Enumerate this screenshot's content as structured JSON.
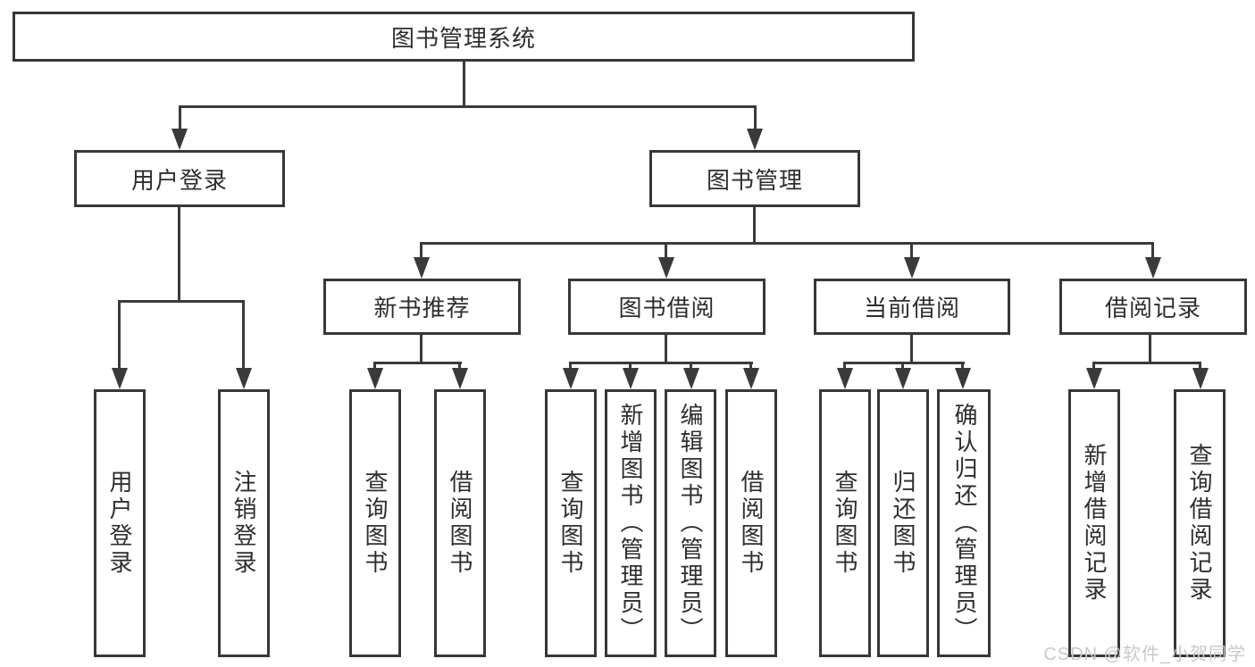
{
  "diagram": {
    "type": "tree",
    "title": "图书管理系统",
    "watermark": "CSDN @软件_小贺同学",
    "colors": {
      "background": "#ffffff",
      "line": "#3a3a3a",
      "border": "#373737",
      "text": "#2e2e2e",
      "watermark_text": "#c9c9c9"
    },
    "tree": {
      "root": {
        "label": "图书管理系统"
      },
      "level2": [
        {
          "label": "用户登录",
          "parent": "图书管理系统"
        },
        {
          "label": "图书管理",
          "parent": "图书管理系统"
        }
      ],
      "level3": [
        {
          "label": "新书推荐",
          "parent": "图书管理"
        },
        {
          "label": "图书借阅",
          "parent": "图书管理"
        },
        {
          "label": "当前借阅",
          "parent": "图书管理"
        },
        {
          "label": "借阅记录",
          "parent": "图书管理"
        }
      ],
      "leaves": [
        {
          "label": "用户登录",
          "parent": "用户登录"
        },
        {
          "label": "注销登录",
          "parent": "用户登录"
        },
        {
          "label": "查询图书",
          "parent": "新书推荐"
        },
        {
          "label": "借阅图书",
          "parent": "新书推荐"
        },
        {
          "label": "查询图书",
          "parent": "图书借阅"
        },
        {
          "label": "新增图书（管理员）",
          "parent": "图书借阅"
        },
        {
          "label": "编辑图书（管理员）",
          "parent": "图书借阅"
        },
        {
          "label": "借阅图书",
          "parent": "图书借阅"
        },
        {
          "label": "查询图书",
          "parent": "当前借阅"
        },
        {
          "label": "归还图书",
          "parent": "当前借阅"
        },
        {
          "label": "确认归还（管理员）",
          "parent": "当前借阅"
        },
        {
          "label": "新增借阅记录",
          "parent": "借阅记录"
        },
        {
          "label": "查询借阅记录",
          "parent": "借阅记录"
        }
      ]
    }
  }
}
